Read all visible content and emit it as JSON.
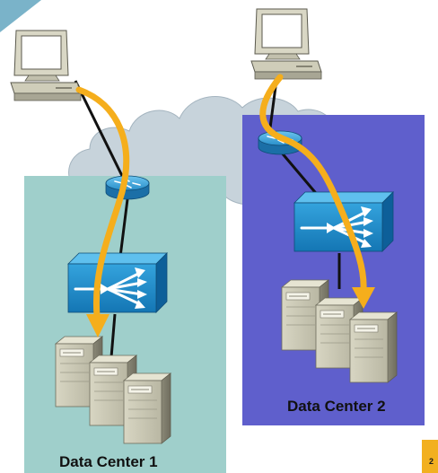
{
  "diagram": {
    "regions": [
      {
        "id": "dc1",
        "label": "Data Center 1",
        "color": "#9fcfcb"
      },
      {
        "id": "dc2",
        "label": "Data Center 2",
        "color": "#5f5fcc"
      }
    ],
    "cloud_color": "#c7d3db",
    "flow_arrow_color": "#f5ae1c",
    "link_color": "#111111",
    "page_number": "2"
  }
}
